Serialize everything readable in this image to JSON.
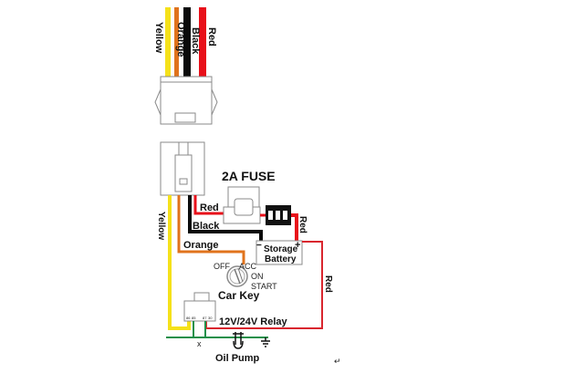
{
  "diagram": {
    "title": "GPS tracker wiring diagram",
    "harness_wires": [
      {
        "label": "Yellow",
        "color": "#f5e11a"
      },
      {
        "label": "Orange",
        "color": "#e0731c"
      },
      {
        "label": "Black",
        "color": "#0a0a0a"
      },
      {
        "label": "Red",
        "color": "#e8101a"
      }
    ],
    "wire_labels": {
      "yellow": "Yellow",
      "red_fuse": "Red",
      "black": "Black",
      "orange": "Orange",
      "red_battery": "Red",
      "red_relay": "Red"
    },
    "fuse_label": "2A FUSE",
    "battery": {
      "line1": "Storage",
      "line2": "Battery",
      "minus": "−",
      "plus": "+"
    },
    "car_key": {
      "label": "Car Key",
      "positions": {
        "off": "OFF",
        "acc": "ACC",
        "on": "ON",
        "start": "START"
      }
    },
    "relay_label": "12V/24V Relay",
    "relay_pins": {
      "p1": "86",
      "p2": "85",
      "p3": "87",
      "p4": "30"
    },
    "oil_pump_label": "Oil Pump",
    "return_mark": "↵",
    "colors": {
      "yellow": "#f5e11a",
      "orange": "#e0731c",
      "black": "#0a0a0a",
      "red": "#e8101a",
      "red_thin": "#d9262e",
      "green": "#1e8f4a",
      "outline": "#8a8a8a"
    }
  }
}
